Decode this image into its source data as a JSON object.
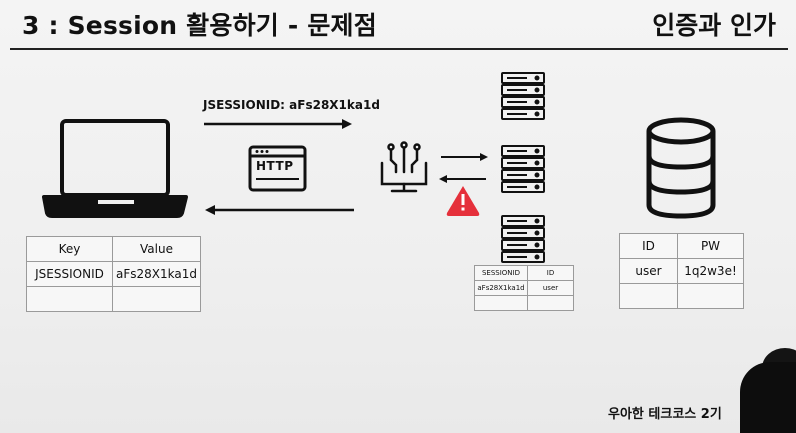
{
  "title": "3 : Session 활용하기 - 문제점",
  "category": "인증과 인가",
  "session_label": "JSESSIONID: aFs28X1ka1d",
  "http_label": "HTTP",
  "client_table": {
    "headers": [
      "Key",
      "Value"
    ],
    "rows": [
      [
        "JSESSIONID",
        "aFs28X1ka1d"
      ],
      [
        "",
        ""
      ]
    ]
  },
  "session_table": {
    "headers": [
      "SESSIONID",
      "ID"
    ],
    "rows": [
      [
        "aFs28X1ka1d",
        "user"
      ],
      [
        "",
        ""
      ]
    ]
  },
  "db_table": {
    "headers": [
      "ID",
      "PW"
    ],
    "rows": [
      [
        "user",
        "1q2w3e!"
      ],
      [
        "",
        ""
      ]
    ]
  },
  "footer": "우아한 테크코스 2기",
  "colors": {
    "warning": "#e5303b",
    "ink": "#111111"
  },
  "icons": [
    "laptop-icon",
    "http-window-icon",
    "load-balancer-icon",
    "server-icon",
    "warning-icon",
    "database-icon"
  ]
}
